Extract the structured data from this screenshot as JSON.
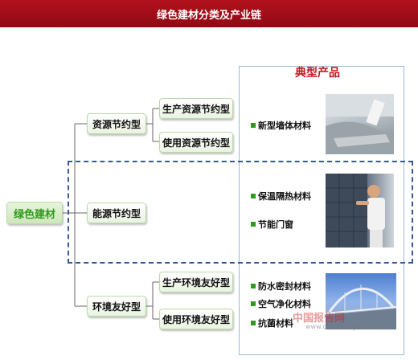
{
  "title": "绿色建材分类及产业链",
  "root": "绿色建材",
  "level1": [
    "资源节约型",
    "能源节约型",
    "环境友好型"
  ],
  "level2": {
    "resource": [
      "生产资源节约型",
      "使用资源节约型"
    ],
    "environment": [
      "生产环境友好型",
      "使用环境友好型"
    ]
  },
  "products_title": "典型产品",
  "products": [
    "新型墙体材料",
    "保温隔热材料",
    "节能门窗",
    "防水密封材料",
    "空气净化材料",
    "抗菌材料"
  ],
  "watermark": "中国报告网",
  "watermark_url": "www.chinabaogao.com",
  "colors": {
    "title_bar": "#a10f19",
    "root_text": "#2f9a1d",
    "products_title": "#c8151c",
    "dashed": "#35589a"
  }
}
